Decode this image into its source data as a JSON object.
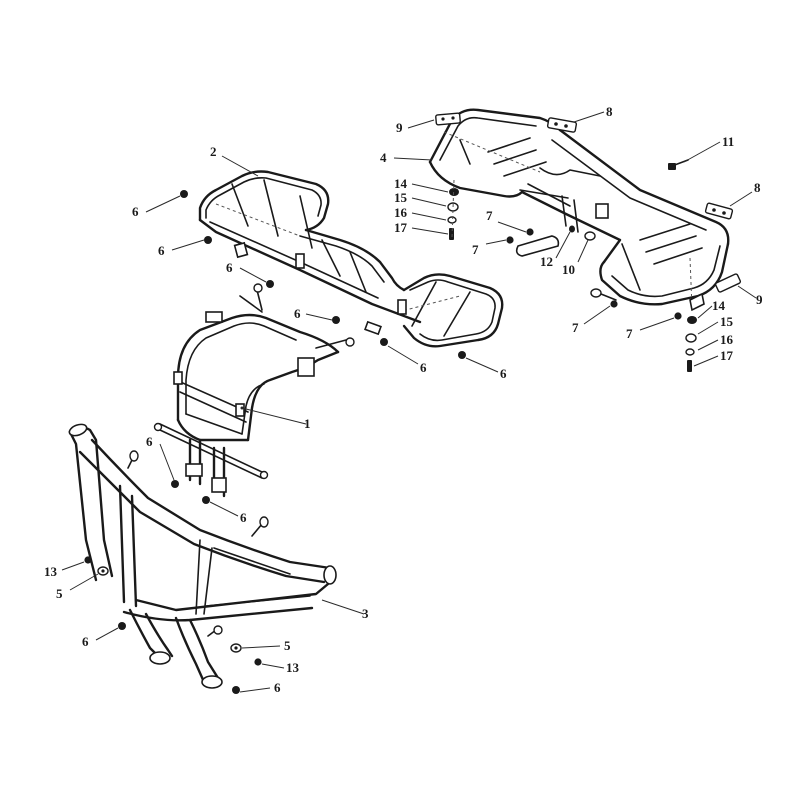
{
  "callouts": {
    "c1": "1",
    "c2": "2",
    "c3": "3",
    "c4": "4",
    "c5a": "5",
    "c5b": "5",
    "c6a": "6",
    "c6b": "6",
    "c6c": "6",
    "c6d": "6",
    "c6e": "6",
    "c6f": "6",
    "c6g": "6",
    "c6h": "6",
    "c6i": "6",
    "c6j": "6",
    "c7a": "7",
    "c7b": "7",
    "c7c": "7",
    "c7d": "7",
    "c8a": "8",
    "c8b": "8",
    "c9a": "9",
    "c9b": "9",
    "c10": "10",
    "c11": "11",
    "c12": "12",
    "c13a": "13",
    "c13b": "13",
    "c14a": "14",
    "c14b": "14",
    "c15a": "15",
    "c15b": "15",
    "c16a": "16",
    "c16b": "16",
    "c17a": "17",
    "c17b": "17"
  },
  "colors": {
    "line": "#1a1a1a",
    "background": "#ffffff"
  }
}
